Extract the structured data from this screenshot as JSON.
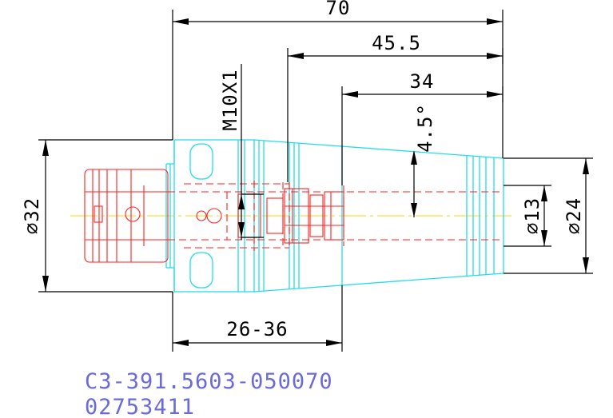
{
  "dimensions": {
    "overall_length": "70",
    "length_2": "45.5",
    "length_3": "34",
    "thread": "M10X1",
    "taper_angle": "4.5°",
    "diameter_shank": "⌀32",
    "diameter_bore": "⌀13",
    "diameter_nose": "⌀24",
    "clamping_range": "26-36"
  },
  "part_number": "C3-391.5603-050070",
  "item_code": "02753411",
  "colors": {
    "outline": "#22dde8",
    "hidden": "#ff2020",
    "centerline": "#f2e040",
    "dimension": "#000000",
    "text": "#6a6ad8"
  }
}
